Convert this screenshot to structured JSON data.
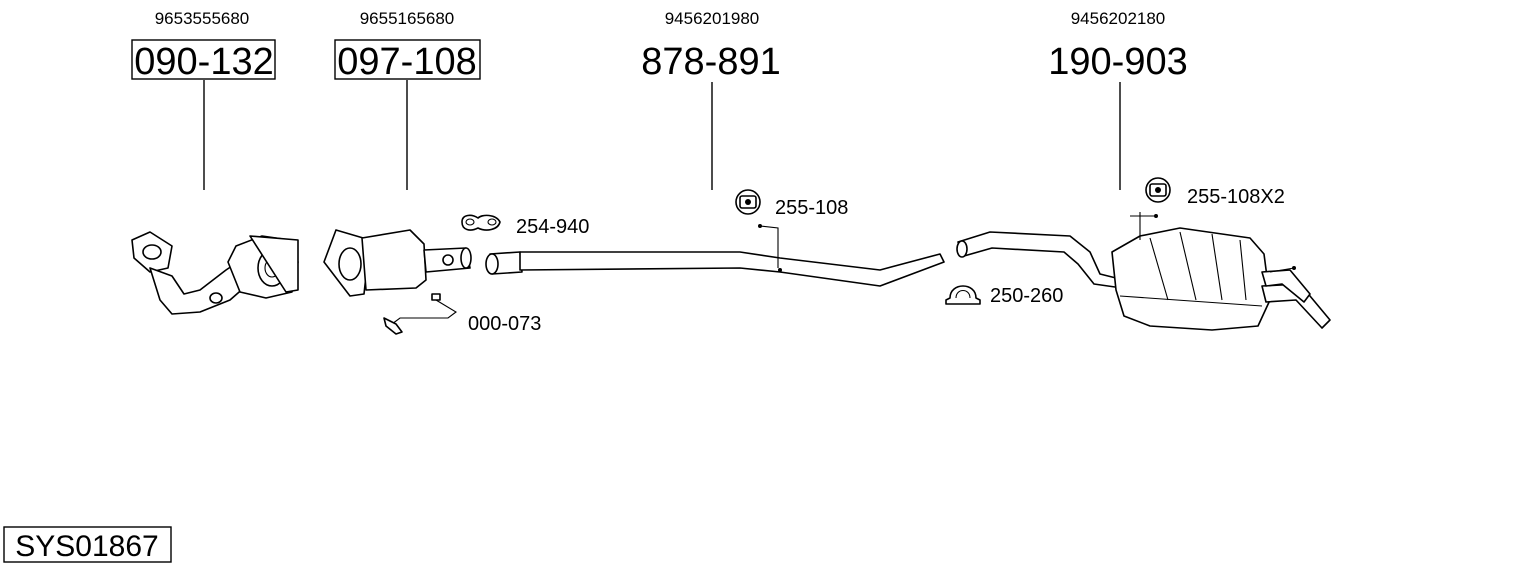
{
  "system_code": "SYS01867",
  "parts": [
    {
      "oe": "9653555680",
      "number": "090-132",
      "boxed": true
    },
    {
      "oe": "9655165680",
      "number": "097-108",
      "boxed": true
    },
    {
      "oe": "9456201980",
      "number": "878-891",
      "boxed": false
    },
    {
      "oe": "9456202180",
      "number": "190-903",
      "boxed": false
    }
  ],
  "accessories": [
    {
      "number": "254-940",
      "icon": "clamp-icon"
    },
    {
      "number": "000-073",
      "icon": "lambda-sensor-icon"
    },
    {
      "number": "255-108",
      "icon": "rubber-mount-icon"
    },
    {
      "number": "250-260",
      "icon": "u-clamp-icon"
    },
    {
      "number": "255-108X2",
      "icon": "rubber-mount-icon"
    }
  ]
}
